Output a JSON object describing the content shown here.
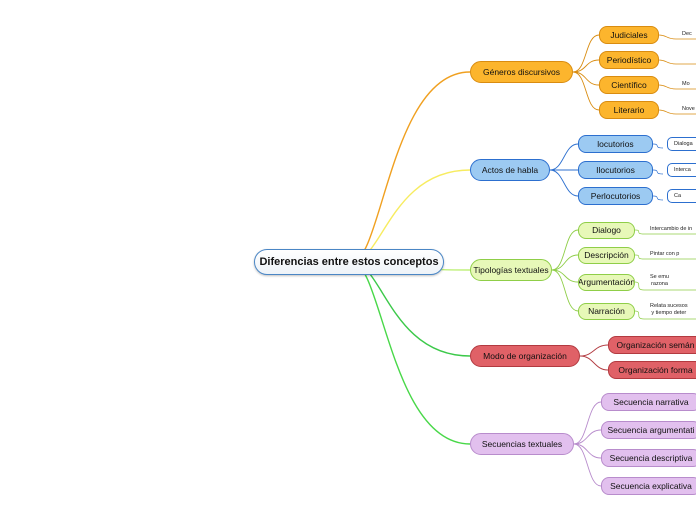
{
  "root": {
    "label": "Diferencias entre estos conceptos"
  },
  "colors": {
    "generos": {
      "line": "#f0a020",
      "fill": "#fcb52d",
      "border": "#d98c10"
    },
    "actos": {
      "line": "#f7ec60",
      "fill": "#9ccaf2",
      "border": "#2c6fcf"
    },
    "tipologias": {
      "line": "#bff07a",
      "fill": "#e7f8b8",
      "border": "#8fce48"
    },
    "modo": {
      "line": "#3cc94a",
      "fill": "#e06167",
      "border": "#b23a40"
    },
    "secuencias": {
      "line": "#49d849",
      "fill": "#e2c0ee",
      "border": "#b88ccc"
    }
  },
  "branches": [
    {
      "key": "generos",
      "label": "Géneros discursivos",
      "children": [
        {
          "label": "Judiciales",
          "leaf": "Dec"
        },
        {
          "label": "Periodístico",
          "leaf": ""
        },
        {
          "label": "Científico",
          "leaf": "Mo"
        },
        {
          "label": "Literario",
          "leaf": "Nove"
        }
      ]
    },
    {
      "key": "actos",
      "label": "Actos de habla",
      "children": [
        {
          "label": "locutorios",
          "leaf": "Dialoga"
        },
        {
          "label": "Ilocutorios",
          "leaf": "Interca"
        },
        {
          "label": "Perlocutorios",
          "leaf": "Ca"
        }
      ]
    },
    {
      "key": "tipologias",
      "label": "Tipologías textuales",
      "children": [
        {
          "label": "Dialogo",
          "leaf": "Intercambio de in"
        },
        {
          "label": "Descripción",
          "leaf": "Pintar con p"
        },
        {
          "label": "Argumentación",
          "leaf": "Se emu\nrazona"
        },
        {
          "label": "Narración",
          "leaf": "Relata sucesos\ny tiempo deter"
        }
      ]
    },
    {
      "key": "modo",
      "label": "Modo de organización",
      "children": [
        {
          "label": "Organización semán",
          "leaf": ""
        },
        {
          "label": "Organización forma",
          "leaf": ""
        }
      ]
    },
    {
      "key": "secuencias",
      "label": "Secuencias textuales",
      "children": [
        {
          "label": "Secuencia narrativa",
          "leaf": ""
        },
        {
          "label": "Secuencia argumentati",
          "leaf": ""
        },
        {
          "label": "Secuencia descriptiva",
          "leaf": ""
        },
        {
          "label": "Secuencia explicativa",
          "leaf": ""
        }
      ]
    }
  ]
}
